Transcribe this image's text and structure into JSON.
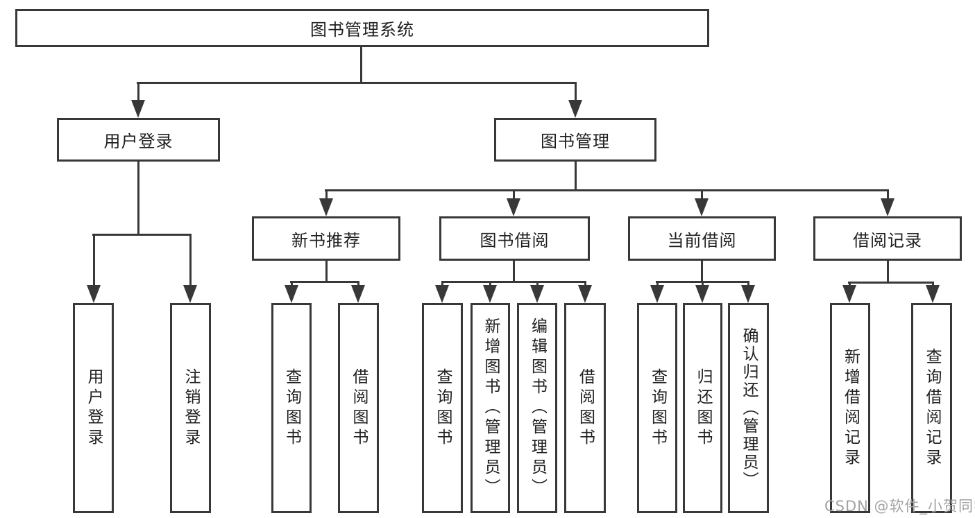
{
  "diagram": {
    "title": "图书管理系统",
    "colors": {
      "line": "#383838",
      "text": "#1f1f1f",
      "background": "#ffffff",
      "watermark": "#a3a3a3"
    },
    "tree": {
      "root": {
        "label": "图书管理系统"
      },
      "branches": [
        {
          "label": "用户登录",
          "children": [
            {
              "label": "用户登录"
            },
            {
              "label": "注销登录"
            }
          ]
        },
        {
          "label": "图书管理",
          "children": [
            {
              "label": "新书推荐",
              "children": [
                {
                  "label": "查询图书"
                },
                {
                  "label": "借阅图书"
                }
              ]
            },
            {
              "label": "图书借阅",
              "children": [
                {
                  "label": "查询图书"
                },
                {
                  "label": "新增图书（管理员）"
                },
                {
                  "label": "编辑图书（管理员）"
                },
                {
                  "label": "借阅图书"
                }
              ]
            },
            {
              "label": "当前借阅",
              "children": [
                {
                  "label": "查询图书"
                },
                {
                  "label": "归还图书"
                },
                {
                  "label": "确认归还（管理员）"
                }
              ]
            },
            {
              "label": "借阅记录",
              "children": [
                {
                  "label": "新增借阅记录"
                },
                {
                  "label": "查询借阅记录"
                }
              ]
            }
          ]
        }
      ]
    }
  },
  "watermark": {
    "text": "CSDN @软件_小贺同学"
  }
}
